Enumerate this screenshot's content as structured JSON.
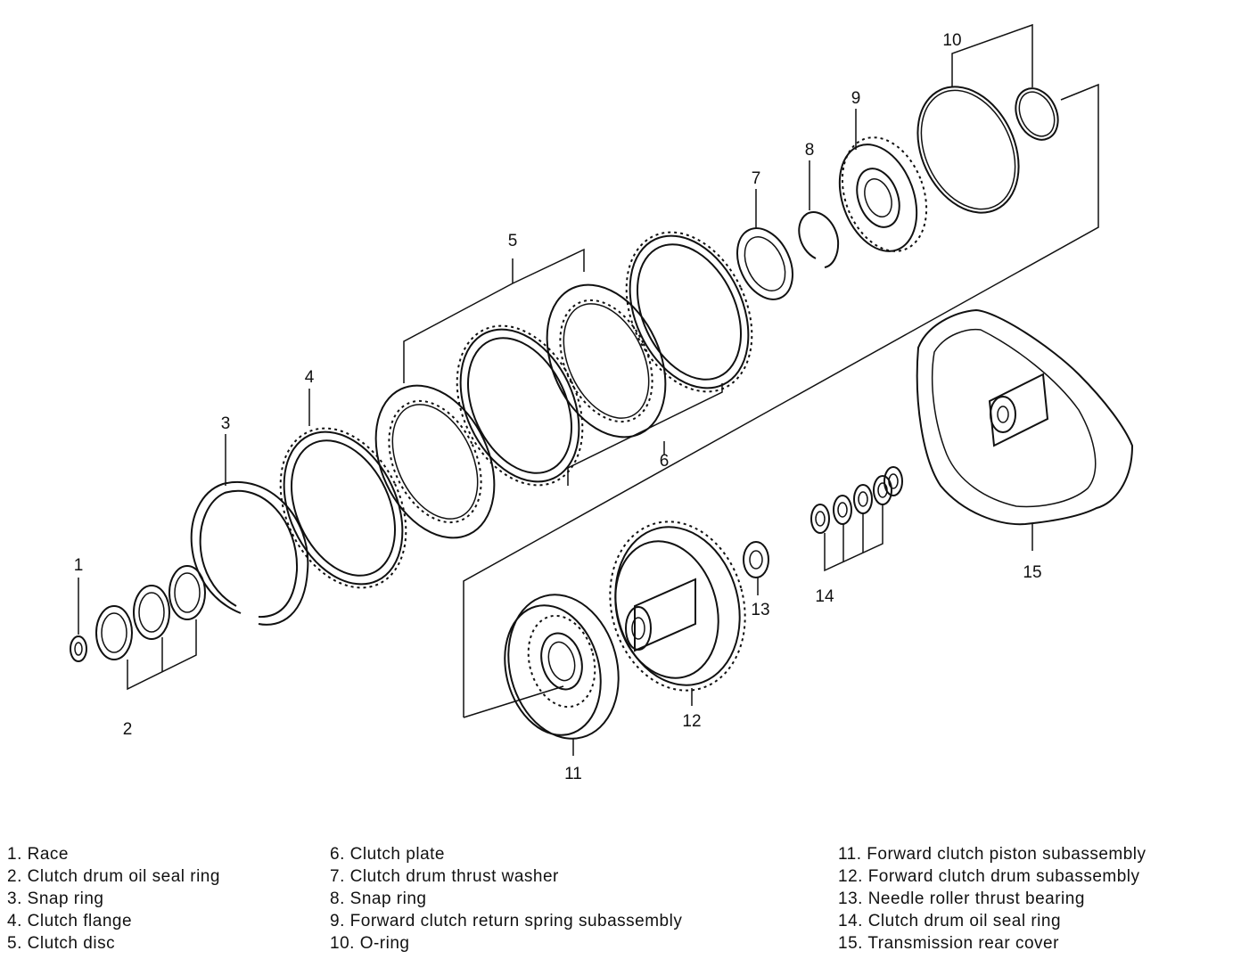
{
  "callouts": [
    "1",
    "2",
    "3",
    "4",
    "5",
    "6",
    "7",
    "8",
    "9",
    "10",
    "11",
    "12",
    "13",
    "14",
    "15"
  ],
  "legend": [
    [
      {
        "num": "1.",
        "text": "Race"
      },
      {
        "num": "2.",
        "text": "Clutch drum oil seal ring"
      },
      {
        "num": "3.",
        "text": "Snap ring"
      },
      {
        "num": "4.",
        "text": "Clutch flange"
      },
      {
        "num": "5.",
        "text": "Clutch disc"
      }
    ],
    [
      {
        "num": "6.",
        "text": "Clutch plate"
      },
      {
        "num": "7.",
        "text": "Clutch drum thrust washer"
      },
      {
        "num": "8.",
        "text": "Snap ring"
      },
      {
        "num": "9.",
        "text": "Forward clutch return spring subassembly"
      },
      {
        "num": "10.",
        "text": "O-ring"
      }
    ],
    [
      {
        "num": "11.",
        "text": "Forward clutch piston subassembly"
      },
      {
        "num": "12.",
        "text": "Forward clutch drum subassembly"
      },
      {
        "num": "13.",
        "text": "Needle roller thrust bearing"
      },
      {
        "num": "14.",
        "text": "Clutch drum oil seal ring"
      },
      {
        "num": "15.",
        "text": "Transmission rear cover"
      }
    ]
  ]
}
